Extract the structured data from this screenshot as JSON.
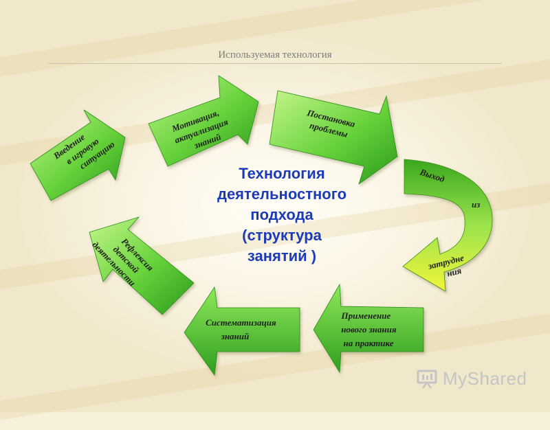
{
  "slide_title": "Используемая технология",
  "center_title": [
    "Технология",
    "деятельностного",
    "подхода",
    "(структура",
    "занятий )"
  ],
  "steps": [
    {
      "id": "vvedenie",
      "lines": [
        "Введение",
        "в игровую",
        "ситуацию"
      ]
    },
    {
      "id": "motivaciya",
      "lines": [
        "Мотивация,",
        "актуализация",
        "знаний"
      ]
    },
    {
      "id": "postanovka",
      "lines": [
        "Постановка",
        "проблемы"
      ]
    },
    {
      "id": "vyhod",
      "lines": [
        "Выход",
        "из",
        "затрудне",
        "ния"
      ]
    },
    {
      "id": "primenenie",
      "lines": [
        "Применение",
        "нового знания",
        "на практике"
      ]
    },
    {
      "id": "sistematizaciya",
      "lines": [
        "Систематизация",
        "знаний"
      ]
    },
    {
      "id": "refleksiya",
      "lines": [
        "Рефлексия",
        "детской",
        "деятельности"
      ]
    }
  ],
  "watermark": "MyShared",
  "colors": {
    "arrow_dark": "#2b9a1c",
    "arrow_light": "#a9f070",
    "arrow_yellow": "#eef33a",
    "title_blue": "#1b3bb8"
  }
}
